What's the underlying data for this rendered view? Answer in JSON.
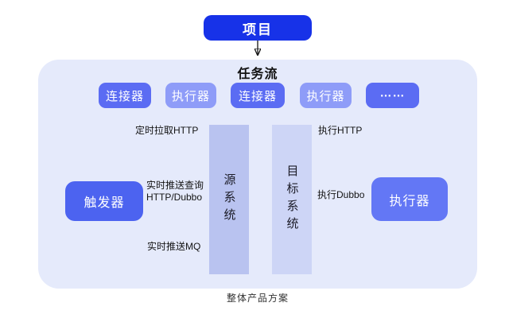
{
  "project": {
    "label": "项目"
  },
  "flow": {
    "title": "任务流"
  },
  "pipeline": {
    "boxes": [
      {
        "label": "连接器",
        "kind": "connector"
      },
      {
        "label": "执行器",
        "kind": "executor"
      },
      {
        "label": "连接器",
        "kind": "connector"
      },
      {
        "label": "执行器",
        "kind": "executor"
      },
      {
        "label": "……",
        "kind": "more"
      }
    ]
  },
  "nodes": {
    "trigger": "触发器",
    "executor": "执行器",
    "source_system": "源系统",
    "target_system": "目标系统"
  },
  "edges": {
    "scheduled_pull_http": "定时拉取HTTP",
    "realtime_push_query_line1": "实时推送查询",
    "realtime_push_query_line2": "HTTP/Dubbo",
    "realtime_push_mq": "实时推送MQ",
    "exec_http": "执行HTTP",
    "exec_dubbo": "执行Dubbo"
  },
  "caption": "整体产品方案",
  "colors": {
    "project": "#1732e8",
    "connector": "#5b6cf3",
    "executor-light": "#8e9cf8",
    "trigger": "#4c63f0",
    "executor-right": "#6377f5",
    "source-col": "#b9c3f0",
    "target-col": "#cdd5f6",
    "container": "#e5eafb"
  }
}
